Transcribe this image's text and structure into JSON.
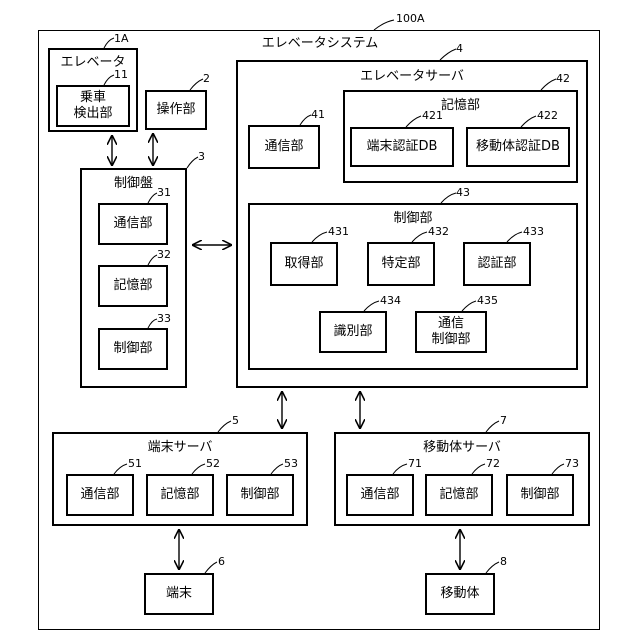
{
  "system": {
    "ref": "100A",
    "title": "エレベータシステム"
  },
  "elevator": {
    "ref": "1A",
    "title": "エレベータ",
    "boarding": {
      "ref": "11",
      "line1": "乗車",
      "line2": "検出部"
    }
  },
  "operation": {
    "ref": "2",
    "label": "操作部"
  },
  "control_panel": {
    "ref": "3",
    "title": "制御盤",
    "items": [
      {
        "ref": "31",
        "label": "通信部"
      },
      {
        "ref": "32",
        "label": "記憶部"
      },
      {
        "ref": "33",
        "label": "制御部"
      }
    ]
  },
  "elevator_server": {
    "ref": "4",
    "title": "エレベータサーバ",
    "comm": {
      "ref": "41",
      "label": "通信部"
    },
    "storage": {
      "ref": "42",
      "title": "記憶部",
      "items": [
        {
          "ref": "421",
          "label": "端末認証DB"
        },
        {
          "ref": "422",
          "label": "移動体認証DB"
        }
      ]
    },
    "control": {
      "ref": "43",
      "title": "制御部",
      "items": [
        {
          "ref": "431",
          "label": "取得部"
        },
        {
          "ref": "432",
          "label": "特定部"
        },
        {
          "ref": "433",
          "label": "認証部"
        },
        {
          "ref": "434",
          "label": "識別部"
        },
        {
          "ref": "435",
          "line1": "通信",
          "line2": "制御部"
        }
      ]
    }
  },
  "terminal_server": {
    "ref": "5",
    "title": "端末サーバ",
    "items": [
      {
        "ref": "51",
        "label": "通信部"
      },
      {
        "ref": "52",
        "label": "記憶部"
      },
      {
        "ref": "53",
        "label": "制御部"
      }
    ]
  },
  "terminal": {
    "ref": "6",
    "label": "端末"
  },
  "mobile_server": {
    "ref": "7",
    "title": "移動体サーバ",
    "items": [
      {
        "ref": "71",
        "label": "通信部"
      },
      {
        "ref": "72",
        "label": "記憶部"
      },
      {
        "ref": "73",
        "label": "制御部"
      }
    ]
  },
  "mobile": {
    "ref": "8",
    "label": "移動体"
  }
}
